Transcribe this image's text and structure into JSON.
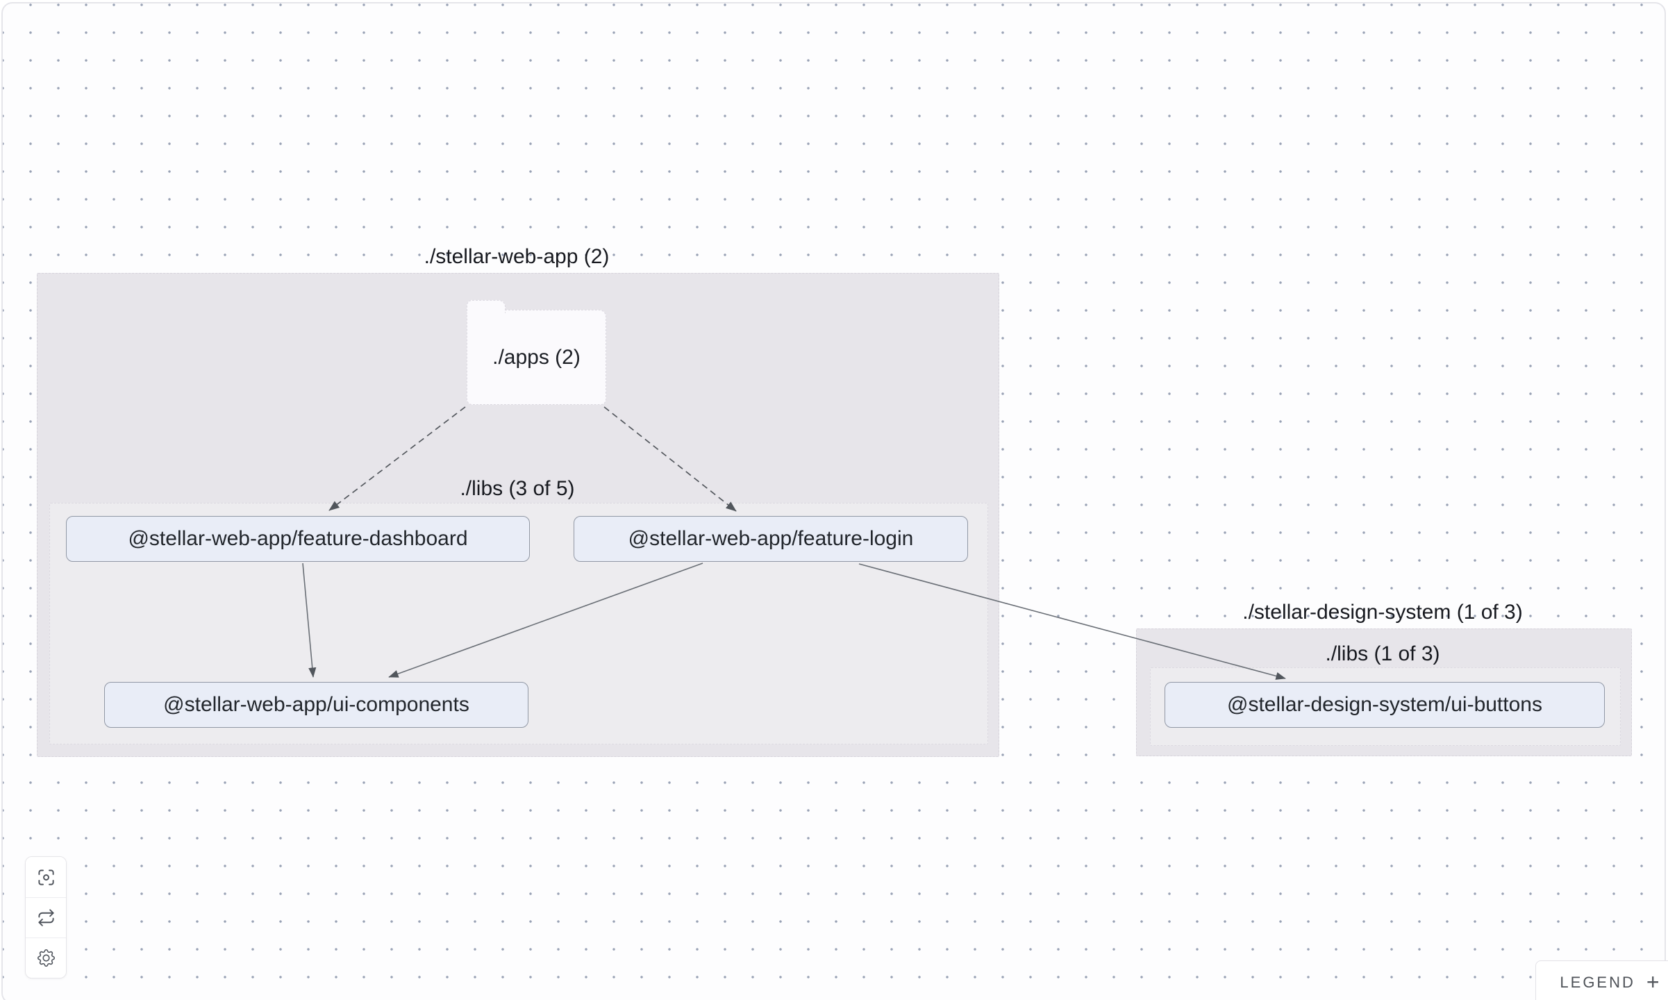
{
  "canvas": {
    "background_color": "#fdfdfe",
    "dot_color": "#8792a8",
    "frame_border_color": "#e5e5ea"
  },
  "graph": {
    "groups": {
      "stellar_web_app": {
        "label": "./stellar-web-app (2)"
      },
      "web_app_libs": {
        "label": "./libs (3 of 5)"
      },
      "stellar_design_system": {
        "label": "./stellar-design-system (1 of 3)"
      },
      "design_system_libs": {
        "label": "./libs (1 of 3)"
      }
    },
    "folder": {
      "label": "./apps (2)"
    },
    "nodes": [
      {
        "id": "feature-dashboard",
        "label": "@stellar-web-app/feature-dashboard"
      },
      {
        "id": "feature-login",
        "label": "@stellar-web-app/feature-login"
      },
      {
        "id": "ui-components",
        "label": "@stellar-web-app/ui-components"
      },
      {
        "id": "ui-buttons",
        "label": "@stellar-design-system/ui-buttons"
      }
    ],
    "edges": [
      {
        "source": "./apps",
        "target": "@stellar-web-app/feature-dashboard",
        "style": "dashed"
      },
      {
        "source": "./apps",
        "target": "@stellar-web-app/feature-login",
        "style": "dashed"
      },
      {
        "source": "@stellar-web-app/feature-dashboard",
        "target": "@stellar-web-app/ui-components",
        "style": "solid"
      },
      {
        "source": "@stellar-web-app/feature-login",
        "target": "@stellar-web-app/ui-components",
        "style": "solid"
      },
      {
        "source": "@stellar-web-app/feature-login",
        "target": "@stellar-design-system/ui-buttons",
        "style": "solid"
      }
    ],
    "node_fill": "#e9edf7",
    "node_border": "#9097a4",
    "group_fill": "#e7e5ea",
    "edge_color": "#5f6469"
  },
  "toolbar": {
    "buttons": [
      {
        "name": "zoom-to-fit",
        "icon": "focus-icon"
      },
      {
        "name": "refresh",
        "icon": "refresh-icon"
      },
      {
        "name": "settings",
        "icon": "gear-icon"
      }
    ]
  },
  "legend": {
    "label": "LEGEND",
    "toggle_icon": "+"
  }
}
